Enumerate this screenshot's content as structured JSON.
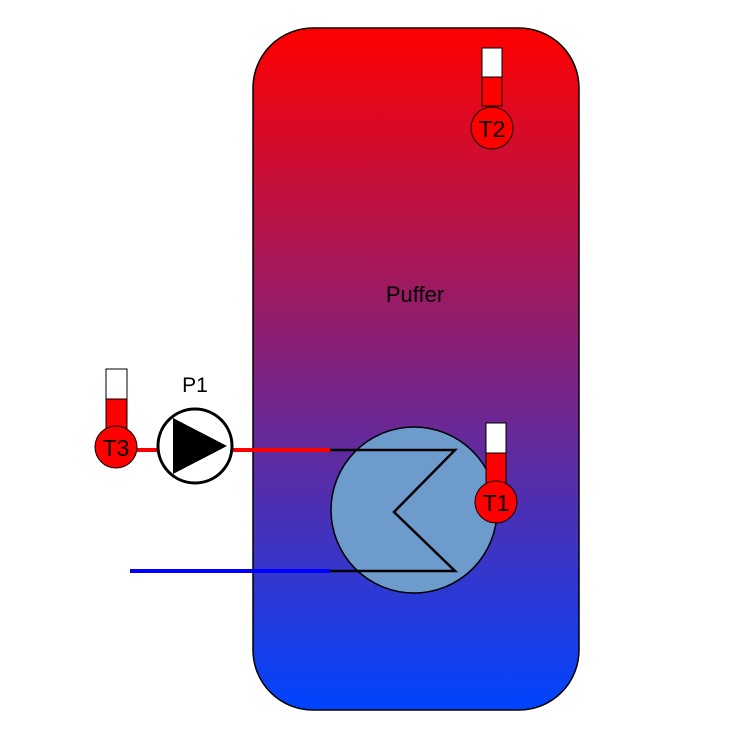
{
  "tank": {
    "label": "Puffer",
    "gradient_top_color": "#ff0000",
    "gradient_bottom_color": "#0044ff",
    "outline_color": "#000000"
  },
  "heat_exchanger": {
    "fill_color": "#6d9bcc",
    "coil_color": "#000000"
  },
  "pipes": {
    "supply_color": "#ff0000",
    "return_color": "#0000ff"
  },
  "pump": {
    "label": "P1",
    "body_fill": "#ffffff",
    "triangle_fill": "#000000"
  },
  "sensors": [
    {
      "label": "T1",
      "bulb_color": "#ff0000",
      "level": 0.5
    },
    {
      "label": "T2",
      "bulb_color": "#ff0000",
      "level": 0.5
    },
    {
      "label": "T3",
      "bulb_color": "#ff0000",
      "level": 0.5
    }
  ]
}
